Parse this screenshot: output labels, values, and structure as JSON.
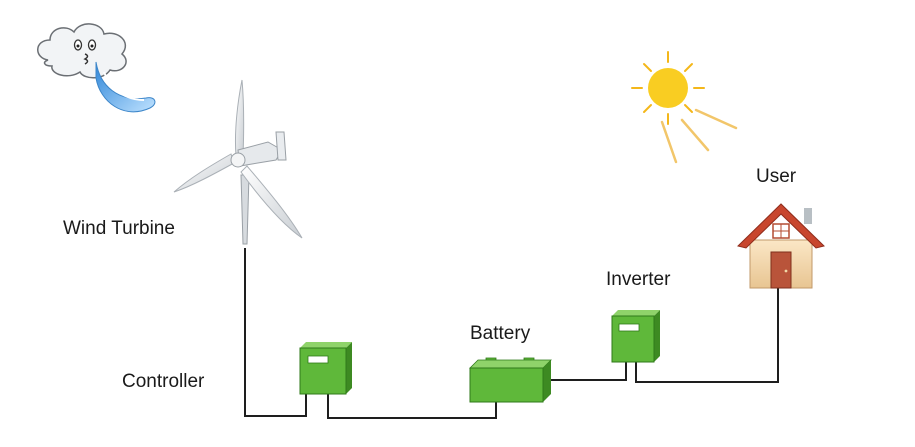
{
  "labels": {
    "wind_turbine": "Wind Turbine",
    "controller": "Controller",
    "battery": "Battery",
    "inverter": "Inverter",
    "user": "User"
  },
  "colors": {
    "device_green": "#5fb83a",
    "device_green_dark": "#3d8a22",
    "wire": "#1e1e1e",
    "sun": "#f7c81e",
    "roof": "#c8462e",
    "wind_blue": "#5aa7e6"
  },
  "icons": [
    "cloud-face-icon",
    "wind-gust-icon",
    "wind-turbine-icon",
    "sun-icon",
    "house-icon",
    "controller-icon",
    "battery-icon",
    "inverter-icon"
  ]
}
